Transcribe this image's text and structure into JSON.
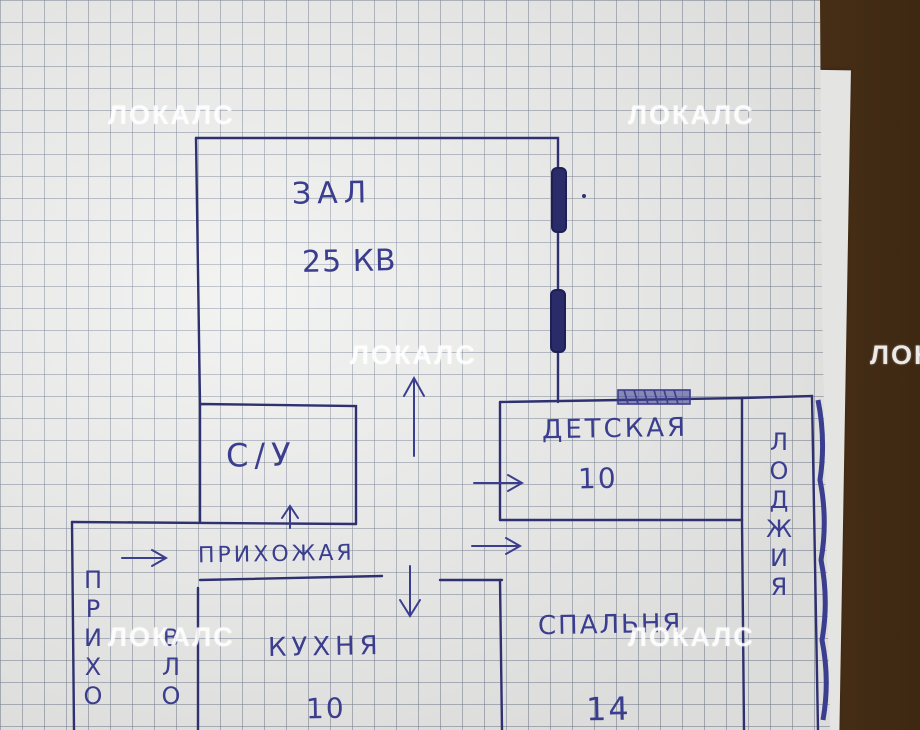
{
  "rooms": {
    "hall": {
      "name": "ЗАЛ",
      "area": "25 КВ"
    },
    "bathroom": {
      "name": "С/У"
    },
    "children": {
      "name": "ДЕТСКАЯ",
      "area": "10"
    },
    "entrance": {
      "name": "ПРИХОЖАЯ"
    },
    "kitchen": {
      "name": "КУХНЯ",
      "area": "10"
    },
    "bedroom": {
      "name": "СПАЛЬНЯ",
      "area": "14"
    },
    "loggia": {
      "letters": [
        "Л",
        "О",
        "Д",
        "Ж",
        "И",
        "Я"
      ]
    },
    "left_column_1": {
      "letters": [
        "П",
        "Р",
        "И",
        "Х",
        "О"
      ]
    },
    "left_column_2": {
      "letters": [
        "В",
        "Л",
        "О"
      ]
    }
  },
  "watermark": {
    "text": "ЛОКАЛС"
  },
  "colors": {
    "ink": "#3b3d8f",
    "paper": "#efefee",
    "grid": "#8a92a6"
  }
}
